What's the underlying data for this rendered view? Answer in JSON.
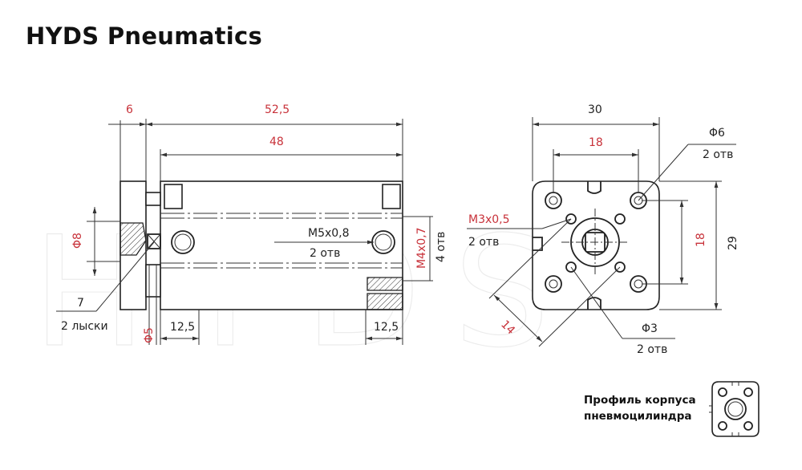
{
  "brand": "HYDS Pneumatics",
  "watermark": "HYDS",
  "side_view": {
    "dim_6": "6",
    "dim_52_5": "52,5",
    "dim_48": "48",
    "dim_phi8": "Φ8",
    "dim_7": "7",
    "note_flats": "2 лыски",
    "dim_phi5": "Φ5",
    "dim_12_5_left": "12,5",
    "dim_12_5_right": "12,5",
    "port_thread": "M5x0,8",
    "port_count": "2 отв",
    "mount_thread": "M4x0,7",
    "mount_count": "4 отв"
  },
  "front_view": {
    "dim_30": "30",
    "dim_18_horizontal": "18",
    "dim_phi6": "Φ6",
    "phi6_count": "2 отв",
    "thread_m3": "M3x0,5",
    "m3_count": "2 отв",
    "dim_18_vertical": "18",
    "dim_29": "29",
    "dim_14": "14",
    "dim_phi3": "Φ3",
    "phi3_count": "2 отв"
  },
  "profile": {
    "caption_line1": "Профиль корпуса",
    "caption_line2": "пневмоцилиндра"
  },
  "colors": {
    "dimension_text_red": "#c8323a",
    "line": "#222222",
    "watermark": "#ececec"
  }
}
